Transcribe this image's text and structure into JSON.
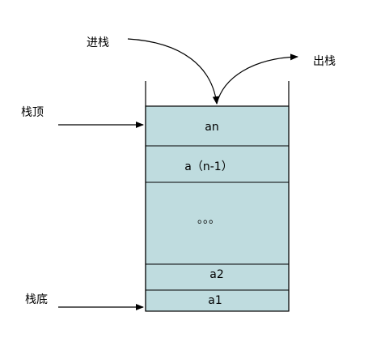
{
  "labels": {
    "push": "进栈",
    "pop": "出栈",
    "top": "栈顶",
    "bottom": "栈底"
  },
  "cells": [
    {
      "id": "an",
      "text": "an"
    },
    {
      "id": "an-1",
      "text": "a（n-1）"
    },
    {
      "id": "ellipsis",
      "text": "。。。"
    },
    {
      "id": "a2",
      "text": "a2"
    },
    {
      "id": "a1",
      "text": "a1"
    }
  ],
  "colors": {
    "cell_fill": "#bfdcdf",
    "line": "#000000",
    "background": "#ffffff"
  }
}
